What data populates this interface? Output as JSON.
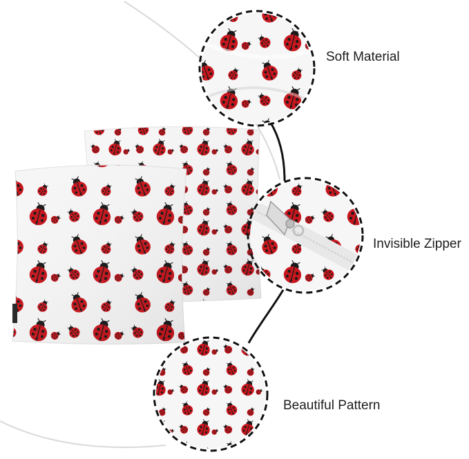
{
  "features": [
    {
      "id": "soft",
      "label": "Soft Material"
    },
    {
      "id": "zipper",
      "label": "Invisible Zipper"
    },
    {
      "id": "pattern",
      "label": "Beautiful Pattern"
    }
  ],
  "colors": {
    "background": "#ffffff",
    "fabric": "#f6f6f6",
    "ladybug_red": "#c8161d",
    "ladybug_dark": "#1a1a1a",
    "connector": "#111111",
    "circle_dash": "#111111"
  },
  "icons": {
    "motif": "ladybug-icon",
    "zipper": "zipper-pull-icon"
  }
}
